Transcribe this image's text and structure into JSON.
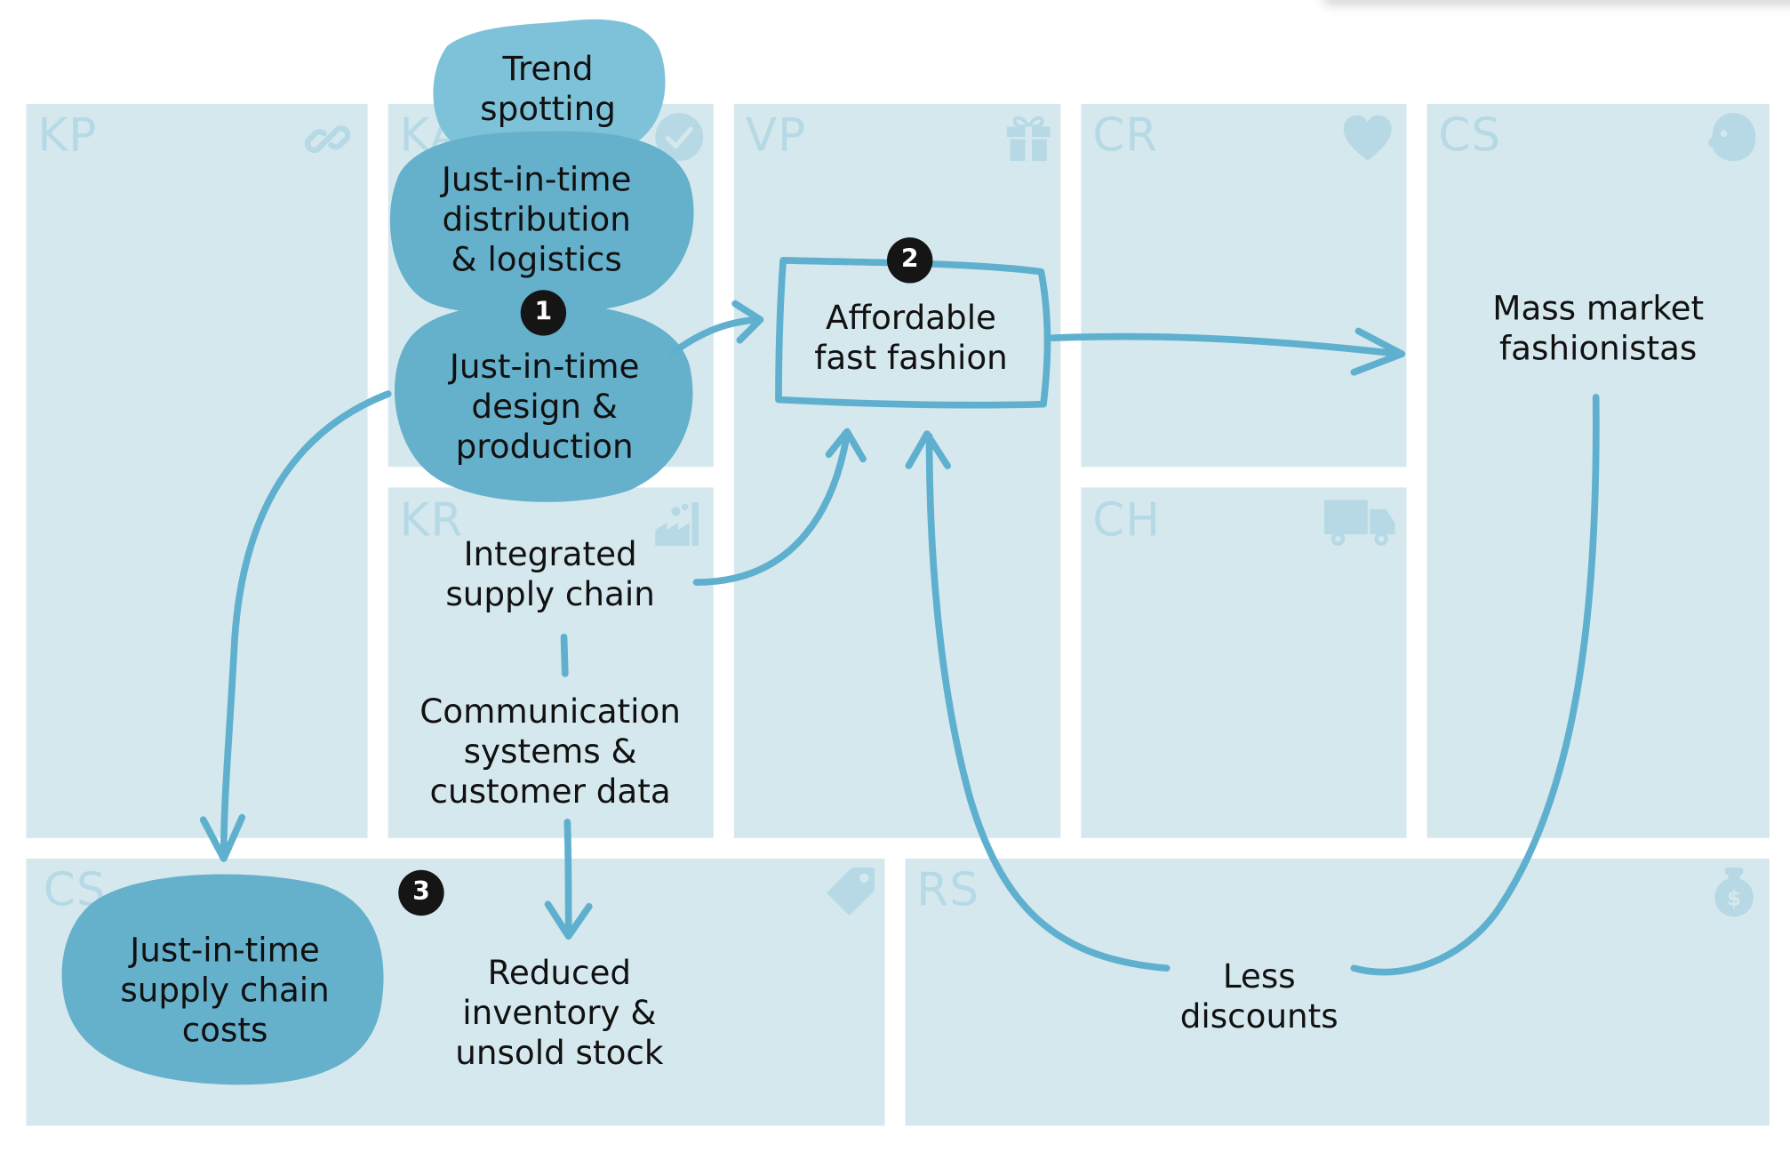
{
  "blocks": {
    "key_partners": {
      "code": "KP",
      "icon": "link-icon"
    },
    "key_activities": {
      "code": "KA",
      "icon": "checkmark-icon"
    },
    "key_resources": {
      "code": "KR",
      "icon": "factory-icon"
    },
    "value_propositions": {
      "code": "VP",
      "icon": "gift-icon"
    },
    "customer_relationships": {
      "code": "CR",
      "icon": "heart-icon"
    },
    "channels": {
      "code": "CH",
      "icon": "truck-icon"
    },
    "customer_segments": {
      "code": "CS",
      "icon": "face-icon"
    },
    "cost_structure": {
      "code": "CS",
      "icon": "tag-icon"
    },
    "revenue_streams": {
      "code": "RS",
      "icon": "money-bag-icon"
    }
  },
  "notes": {
    "trend_spotting": "Trend\nspotting",
    "jit_distribution": "Just-in-time\ndistribution\n& logistics",
    "jit_design": "Just-in-time\ndesign &\nproduction",
    "integrated_supply": "Integrated\nsupply chain",
    "communication": "Communication\nsystems &\ncustomer data",
    "affordable_fashion": "Affordable\nfast fashion",
    "mass_market": "Mass market\nfashionistas",
    "jit_costs": "Just-in-time\nsupply chain\ncosts",
    "reduced_inventory": "Reduced\ninventory &\nunsold stock",
    "less_discounts": "Less\ndiscounts"
  },
  "badges": {
    "one": "1",
    "two": "2",
    "three": "3"
  },
  "colors": {
    "block_bg": "#d5e8ee",
    "block_label": "#b6d9e5",
    "blob_dark": "#65b0cb",
    "blob_light": "#7ec2da",
    "arrow": "#5fb0cf",
    "badge": "#151515"
  }
}
